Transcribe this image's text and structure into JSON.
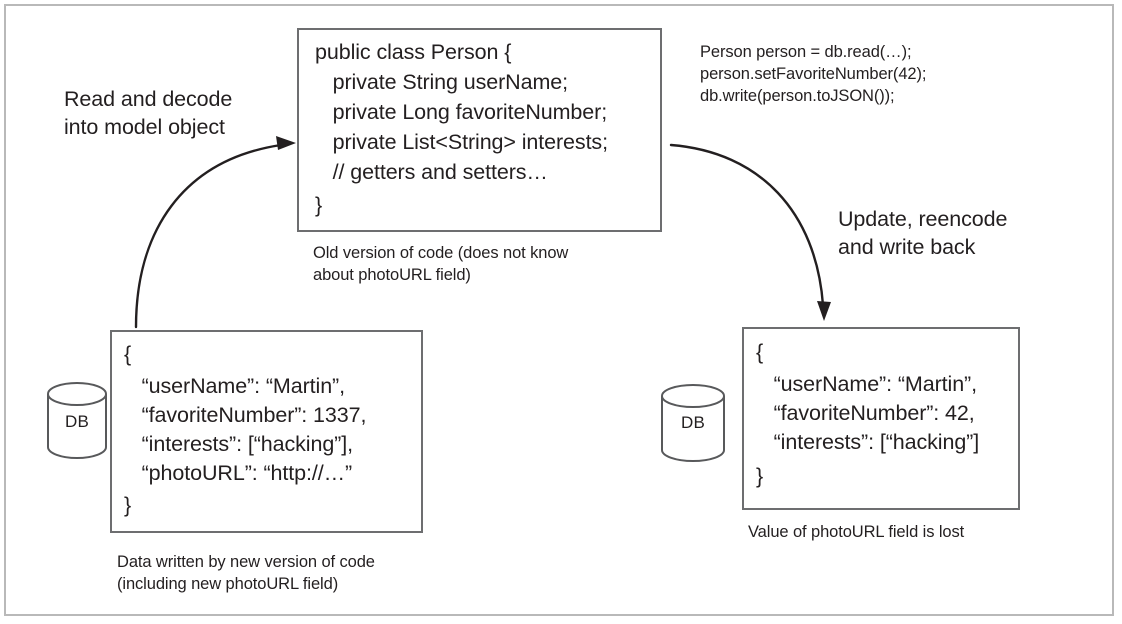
{
  "diagram": {
    "title": "Schema evolution data loss diagram",
    "frame_color": "#b9b9b9",
    "box_border_color": "#6d6e70",
    "text_color": "#231f20",
    "arrow_color": "#231f20"
  },
  "model_box": {
    "name": "person-class-code",
    "lines": [
      "public class Person {",
      "   private String userName;",
      "   private Long favoriteNumber;",
      "   private List<String> interests;",
      "   // getters and setters…",
      "}"
    ]
  },
  "model_caption": {
    "line1": "Old version of code (does not know",
    "line2": "about photoURL field)"
  },
  "usage_snippet": {
    "lines": [
      "Person person = db.read(…);",
      "person.setFavoriteNumber(42);",
      "db.write(person.toJSON());"
    ]
  },
  "left_arrow_label": {
    "line1": "Read and decode",
    "line2": "into model object"
  },
  "right_arrow_label": {
    "line1": "Update, reencode",
    "line2": "and write back"
  },
  "source_record": {
    "name": "stored-json-with-photourl",
    "lines": [
      "{",
      "   “userName”: “Martin”,",
      "   “favoriteNumber”: 1337,",
      "   “interests”: [“hacking”],",
      "   “photoURL”: “http://…”",
      "}"
    ]
  },
  "source_caption": {
    "line1": "Data written by new version of code",
    "line2": "(including new photoURL field)"
  },
  "result_record": {
    "name": "rewritten-json-missing-photourl",
    "lines": [
      "{",
      "   “userName”: “Martin”,",
      "   “favoriteNumber”: 42,",
      "   “interests”: [“hacking”]",
      "}"
    ]
  },
  "result_caption": {
    "line1": "Value of photoURL field is lost"
  },
  "databases": {
    "left_label": "DB",
    "right_label": "DB"
  }
}
